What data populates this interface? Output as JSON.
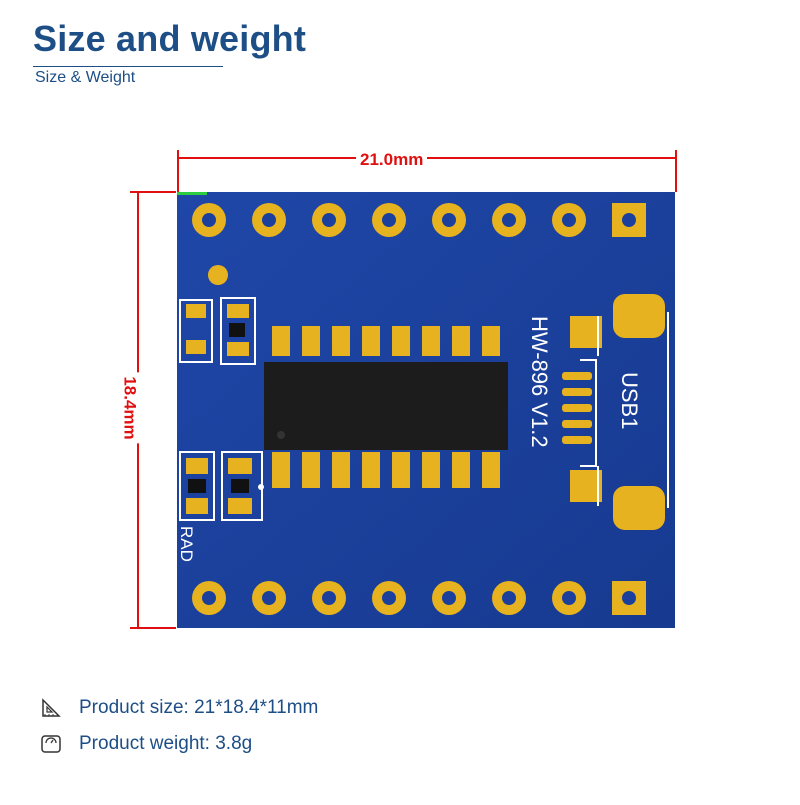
{
  "header": {
    "title": "Size and weight",
    "subtitle": "Size & Weight"
  },
  "dimensions": {
    "width_label": "21.0mm",
    "height_label": "18.4mm"
  },
  "board": {
    "model_label": "HW-896 V1.2",
    "usb_label": "USB1",
    "rad_label": "RAD",
    "colors": {
      "pcb": "#1b3f9c",
      "pad": "#e6b21f",
      "dimension": "#e01010"
    }
  },
  "specs": {
    "size_label": "Product size: 21*18.4*11mm",
    "size_icon": "ruler-triangle-icon",
    "weight_label": "Product weight: 3.8g",
    "weight_icon": "scale-icon"
  }
}
